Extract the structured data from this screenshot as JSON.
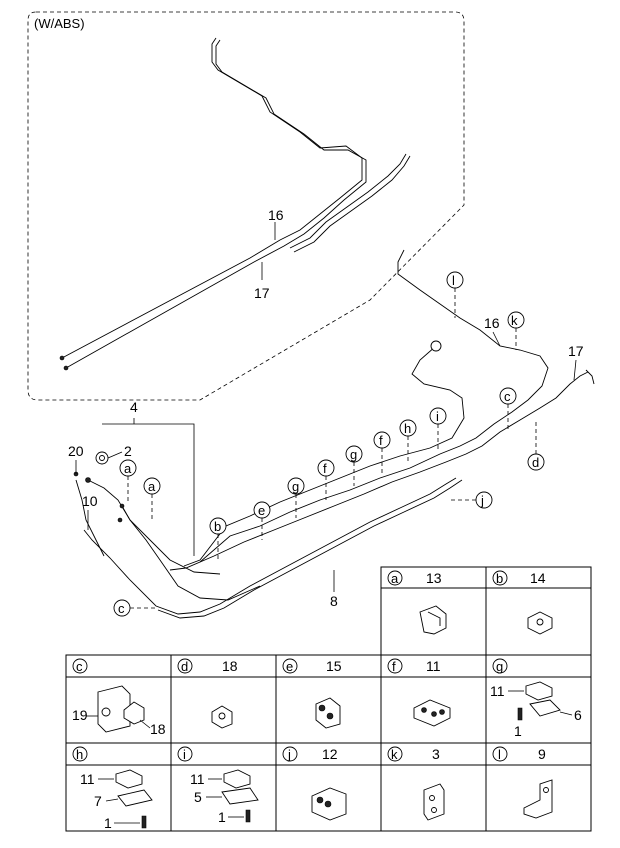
{
  "diagram": {
    "variant_label": "(W/ABS)",
    "callouts": {
      "abs_upper": "16",
      "abs_lower": "17",
      "main_16": "16",
      "main_17": "17",
      "assembly_4": "4",
      "p20": "20",
      "p2": "2",
      "p10": "10",
      "p8": "8"
    },
    "circle_labels": {
      "a": "a",
      "b": "b",
      "c": "c",
      "d": "d",
      "e": "e",
      "f": "f",
      "g": "g",
      "h": "h",
      "i": "i",
      "j": "j",
      "k": "k",
      "l": "l"
    }
  },
  "legend": {
    "row1": [
      {
        "letter": "a",
        "part": "13"
      },
      {
        "letter": "b",
        "part": "14"
      }
    ],
    "row2": [
      {
        "letter": "c",
        "part": ""
      },
      {
        "letter": "d",
        "part": "18"
      },
      {
        "letter": "e",
        "part": "15"
      },
      {
        "letter": "f",
        "part": "11"
      },
      {
        "letter": "g",
        "part": ""
      }
    ],
    "row3": [
      {
        "letter": "h",
        "part": ""
      },
      {
        "letter": "i",
        "part": ""
      },
      {
        "letter": "j",
        "part": "12"
      },
      {
        "letter": "k",
        "part": "3"
      },
      {
        "letter": "l",
        "part": "9"
      }
    ],
    "sub_labels": {
      "c_19": "19",
      "c_18": "18",
      "g_11": "11",
      "g_6": "6",
      "g_1": "1",
      "h_11": "11",
      "h_7": "7",
      "h_1": "1",
      "i_11": "11",
      "i_5": "5",
      "i_1": "1"
    }
  }
}
